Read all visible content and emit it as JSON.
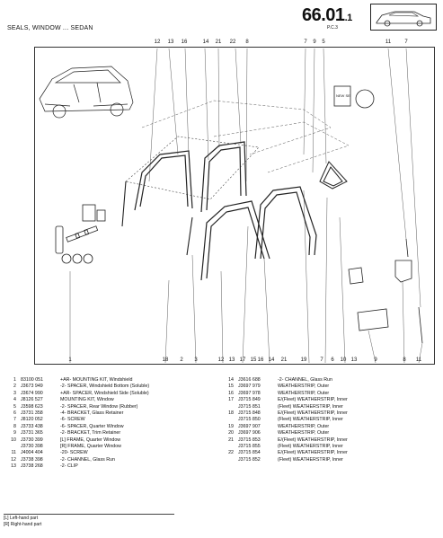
{
  "header": {
    "page_main": "66.01",
    "page_sub": "1",
    "page_code": "P.C.3",
    "section_title": "SEALS, WINDOW ... SEDAN"
  },
  "diagram": {
    "top_callouts": [
      "12",
      "13",
      "16",
      "14",
      "21",
      "22",
      "8",
      "7",
      "9",
      "5",
      "11",
      "7"
    ],
    "bottom_callouts": [
      "1",
      "18",
      "2",
      "3",
      "12",
      "13",
      "17",
      "15",
      "16",
      "14",
      "21",
      "19",
      "7",
      "6",
      "10",
      "13",
      "9",
      "8",
      "11"
    ],
    "kit_labels": [
      "NEW SE"
    ]
  },
  "parts": {
    "left": [
      {
        "ref": "1",
        "pn": "83100 051",
        "desc": "+AR- MOUNTING KIT, Windshield"
      },
      {
        "ref": "2",
        "pn": "J3673 949",
        "desc": "-2- SPACER, Windshield Bottom (Soluble)"
      },
      {
        "ref": "3",
        "pn": "J3674 990",
        "desc": "+AR- SPACER, Windshield Side (Soluble)"
      },
      {
        "ref": "4",
        "pn": "J8126 527",
        "desc": "MOUNTING KIT, Window"
      },
      {
        "ref": "5",
        "pn": "J3598 623",
        "desc": "-2- SPACER, Rear Window (Rubber)"
      },
      {
        "ref": "6",
        "pn": "J3731 358",
        "desc": "-4- BRACKET, Glass Retainer"
      },
      {
        "ref": "7",
        "pn": "J8120 052",
        "desc": "-6- SCREW"
      },
      {
        "ref": "8",
        "pn": "J3733 438",
        "desc": "-6- SPACER, Quarter Window"
      },
      {
        "ref": "9",
        "pn": "J3731 365",
        "desc": "-2- BRACKET, Trim Retainer"
      },
      {
        "ref": "10",
        "pn": "J3730 399",
        "desc": "[L]  FRAME, Quarter Window"
      },
      {
        "ref": "",
        "pn": "J3730 398",
        "desc": "[R]  FRAME, Quarter Window"
      },
      {
        "ref": "11",
        "pn": "J4004 404",
        "desc": "-20- SCREW"
      },
      {
        "ref": "12",
        "pn": "J3738 398",
        "desc": "-2- CHANNEL, Glass Run"
      },
      {
        "ref": "13",
        "pn": "J3738 268",
        "desc": "-2- CLIP"
      }
    ],
    "right": [
      {
        "ref": "14",
        "pn": "J3616 688",
        "desc": "-2- CHANNEL, Glass Run"
      },
      {
        "ref": "15",
        "pn": "J3697 979",
        "desc": "WEATHERSTRIP, Outer"
      },
      {
        "ref": "16",
        "pn": "J3697 978",
        "desc": "WEATHERSTRIP, Outer"
      },
      {
        "ref": "17",
        "pn": "J3715 849",
        "desc": "E/(Fleet)  WEATHERSTRIP, Inner"
      },
      {
        "ref": "",
        "pn": "J3715 851",
        "desc": "(Fleet)  WEATHERSTRIP, Inner"
      },
      {
        "ref": "18",
        "pn": "J3715 848",
        "desc": "E/(Fleet)  WEATHERSTRIP, Inner"
      },
      {
        "ref": "",
        "pn": "J3715 850",
        "desc": "(Fleet)  WEATHERSTRIP, Inner"
      },
      {
        "ref": "19",
        "pn": "J3697 907",
        "desc": "WEATHERSTRIP, Outer"
      },
      {
        "ref": "20",
        "pn": "J3697 906",
        "desc": "WEATHERSTRIP, Outer"
      },
      {
        "ref": "21",
        "pn": "J3715 853",
        "desc": "E/(Fleet)  WEATHERSTRIP, Inner"
      },
      {
        "ref": "",
        "pn": "J3715 855",
        "desc": "(Fleet)  WEATHERSTRIP, Inner"
      },
      {
        "ref": "22",
        "pn": "J3715 854",
        "desc": "E/(Fleet)  WEATHERSTRIP, Inner"
      },
      {
        "ref": "",
        "pn": "J3715 852",
        "desc": "(Fleet)  WEATHERSTRIP, Inner"
      }
    ]
  },
  "notes": [
    "[L] Left-hand part",
    "[R] Right-hand part"
  ]
}
